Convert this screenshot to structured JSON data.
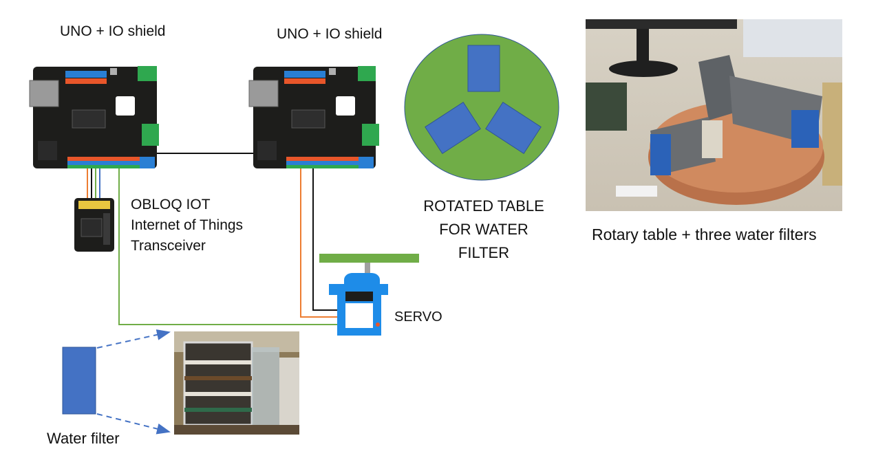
{
  "labels": {
    "uno_left": "UNO + IO shield",
    "uno_right": "UNO + IO shield",
    "obloq": [
      "OBLOQ IOT",
      "Internet of Things",
      "Transceiver"
    ],
    "rotated_table": [
      "ROTATED TABLE",
      "FOR WATER",
      "FILTER"
    ],
    "rotary_caption": "Rotary table + three water filters",
    "servo": "SERVO",
    "water_filter": "Water filter"
  },
  "colors": {
    "board": "#1d1d1b",
    "table_green": "#70ad47",
    "filter_blue": "#4472c4",
    "servo_blue": "#1e8ce8",
    "wire_green": "#70ad47",
    "wire_orange": "#ed7d31",
    "wire_black": "#111111",
    "wire_blue": "#4472c4",
    "dashed_arrow": "#4472c4"
  }
}
